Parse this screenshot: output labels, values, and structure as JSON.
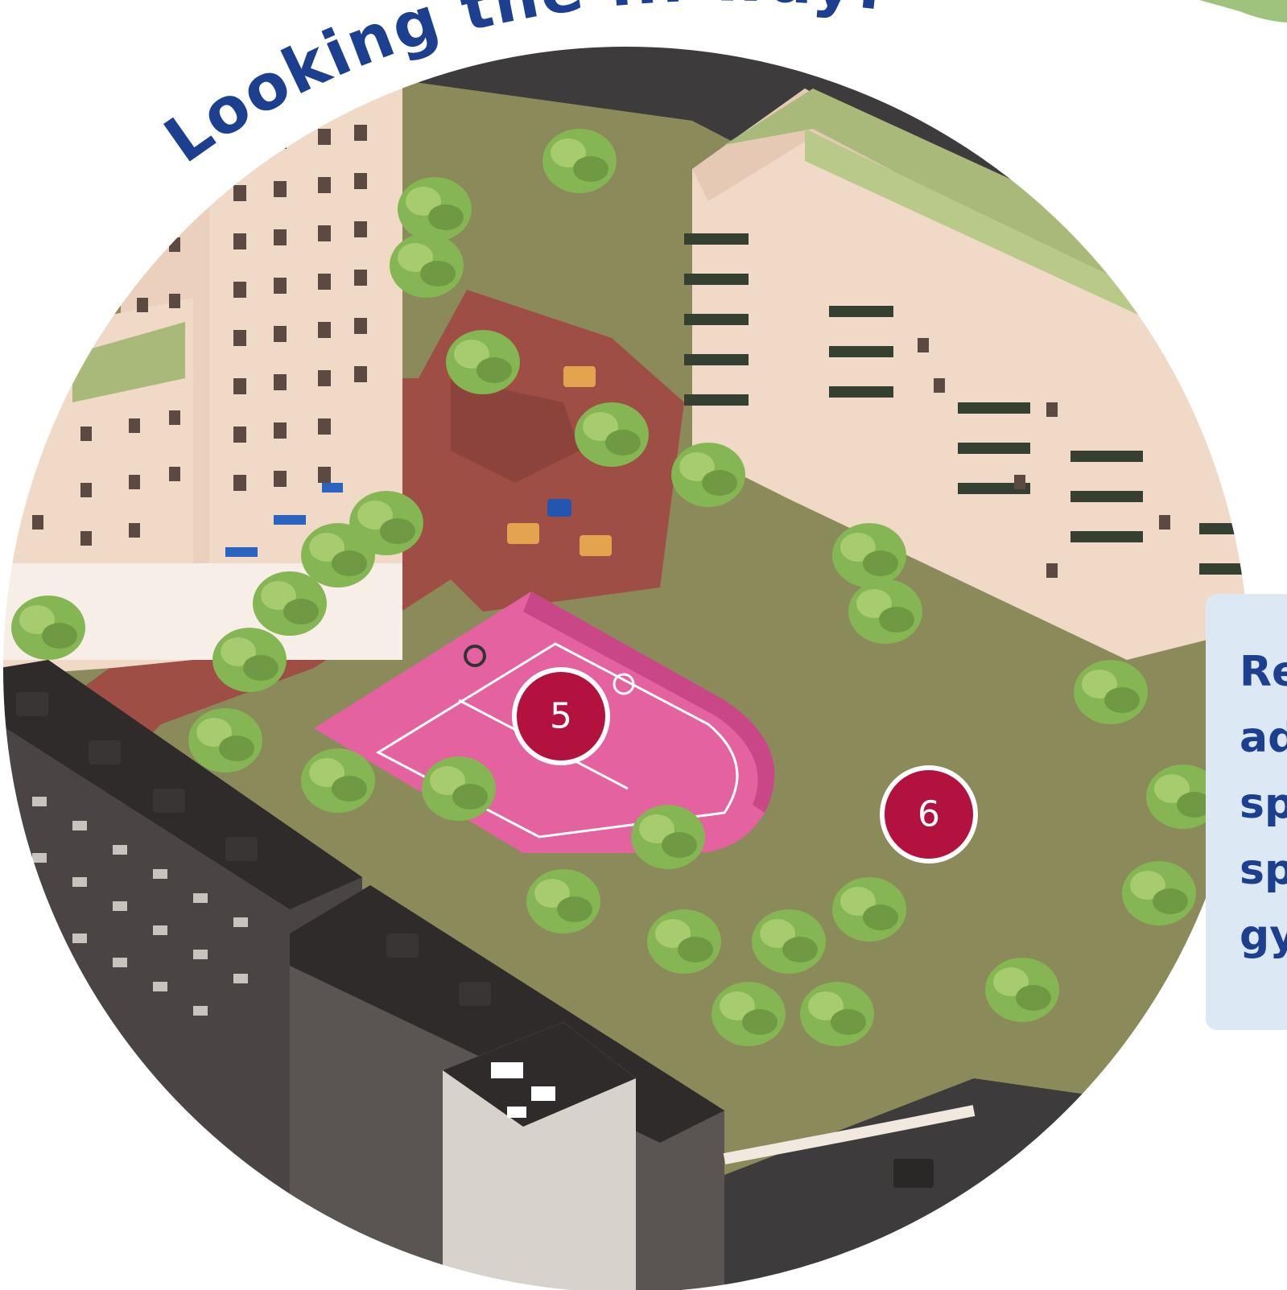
{
  "title": "Looking the ... way!",
  "markers": [
    {
      "id": "5",
      "label": "5"
    },
    {
      "id": "6",
      "label": "6"
    }
  ],
  "info_panel": {
    "lines": [
      "Re",
      "ad",
      "sp",
      "sp",
      "gy"
    ]
  },
  "colors": {
    "marker_fill": "#b3123f",
    "title_blue": "#1c3f8f",
    "panel_bg": "#dce8f4",
    "lawn": "#8a8a5a",
    "plaza_brick": "#9e4e45",
    "court_pink": "#e4629f",
    "tree_green": "#86b553",
    "building_cream": "#f1d9c8",
    "building_dark": "#4a4544"
  }
}
